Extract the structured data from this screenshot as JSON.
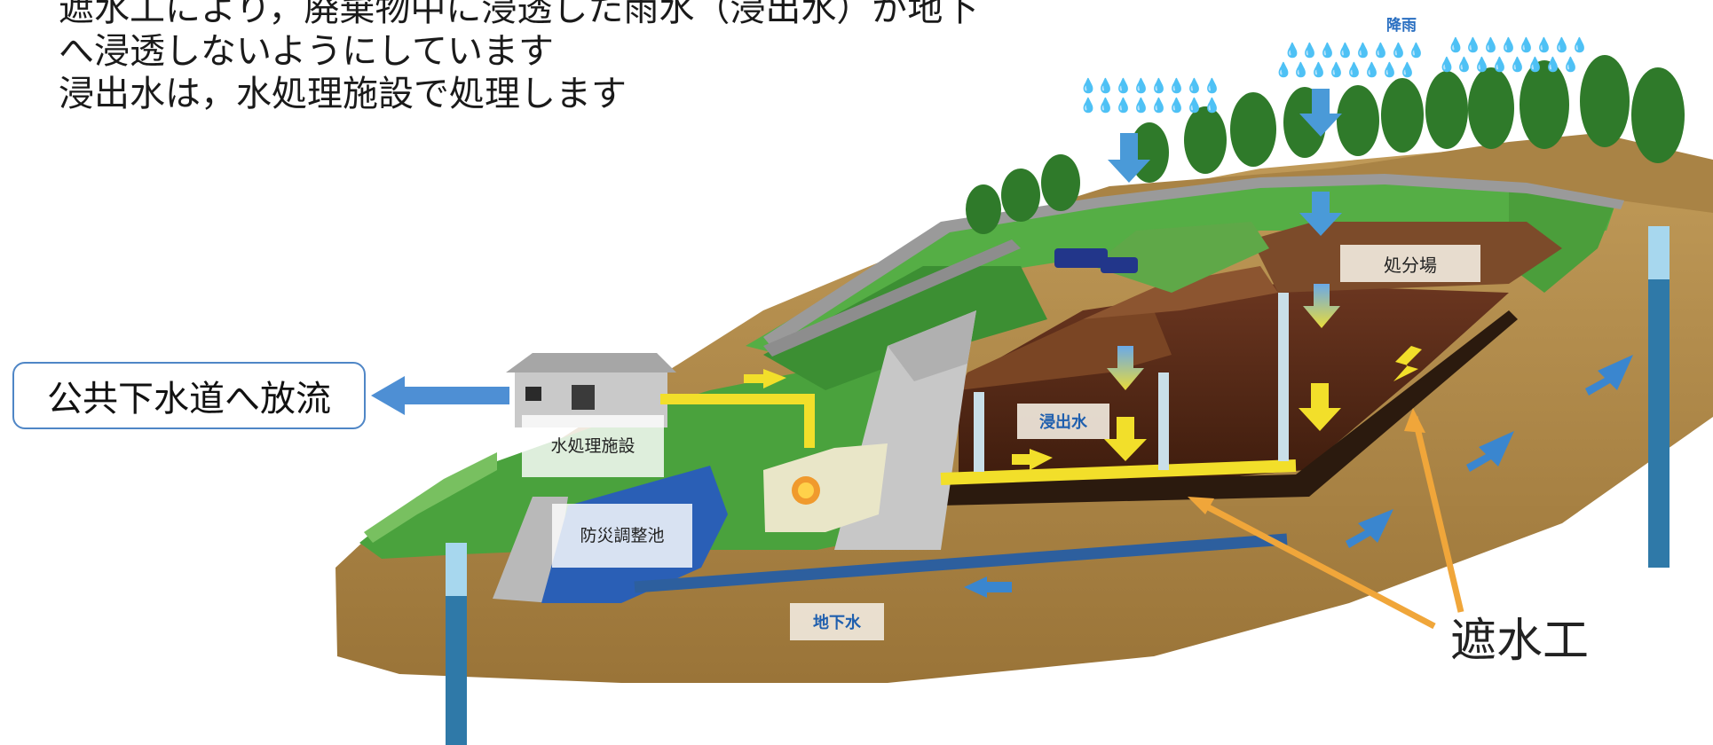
{
  "intro": {
    "line1": "遮水工により，廃棄物中に浸透した雨水（浸出水）が地下",
    "line2": "へ浸透しないようにしています",
    "line3": "浸出水は，水処理施設で処理します"
  },
  "labels": {
    "rain": "降雨",
    "disposal_site": "処分場",
    "discharge": "公共下水道へ放流",
    "water_treatment": "水処理施設",
    "leachate": "浸出水",
    "flood_pond": "防災調整池",
    "groundwater": "地下水",
    "liner": "遮水工"
  },
  "colors": {
    "soil": "#b08a4a",
    "grass": "#3f9a38",
    "waste": "#5a2a16",
    "leachate_pipe": "#f2df2a",
    "groundwater_pipe": "#2d5f9e",
    "arrow_blue": "#4a8fd6",
    "arrow_orange": "#f0a63a"
  }
}
